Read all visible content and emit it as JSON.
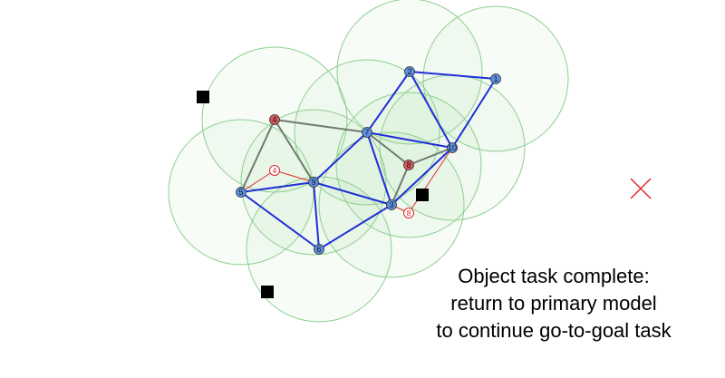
{
  "colors": {
    "range_fill": "#8fd88f",
    "range_stroke": "#8fce8f",
    "edge_blue": "#1f2fd6",
    "edge_gray": "#6f7a6f",
    "edge_red": "#e02a2a",
    "node_blue": "#5b8fe0",
    "node_red": "#d85858",
    "obstacle": "#000000",
    "goal_marker": "#e02a2a"
  },
  "nodes": [
    {
      "id": "1",
      "kind": "robot"
    },
    {
      "id": "2",
      "kind": "robot"
    },
    {
      "id": "3",
      "kind": "robot"
    },
    {
      "id": "4",
      "kind": "object"
    },
    {
      "id": "5",
      "kind": "robot"
    },
    {
      "id": "6",
      "kind": "robot"
    },
    {
      "id": "7",
      "kind": "robot"
    },
    {
      "id": "8",
      "kind": "object"
    },
    {
      "id": "9",
      "kind": "robot"
    },
    {
      "id": "10",
      "kind": "robot"
    }
  ],
  "edges": [
    {
      "from": "2",
      "to": "1",
      "kind": "blue"
    },
    {
      "from": "2",
      "to": "7",
      "kind": "blue"
    },
    {
      "from": "2",
      "to": "10",
      "kind": "blue"
    },
    {
      "from": "1",
      "to": "10",
      "kind": "blue"
    },
    {
      "from": "7",
      "to": "10",
      "kind": "blue"
    },
    {
      "from": "7",
      "to": "3",
      "kind": "blue"
    },
    {
      "from": "7",
      "to": "9",
      "kind": "blue"
    },
    {
      "from": "9",
      "to": "5",
      "kind": "blue"
    },
    {
      "from": "9",
      "to": "3",
      "kind": "blue"
    },
    {
      "from": "9",
      "to": "6",
      "kind": "blue"
    },
    {
      "from": "5",
      "to": "6",
      "kind": "blue"
    },
    {
      "from": "6",
      "to": "3",
      "kind": "blue"
    },
    {
      "from": "3",
      "to": "10",
      "kind": "blue"
    },
    {
      "from": "4",
      "to": "7",
      "kind": "gray"
    },
    {
      "from": "4",
      "to": "9",
      "kind": "gray"
    },
    {
      "from": "4",
      "to": "5",
      "kind": "gray"
    },
    {
      "from": "8",
      "to": "7",
      "kind": "gray"
    },
    {
      "from": "8",
      "to": "10",
      "kind": "gray"
    },
    {
      "from": "8",
      "to": "3",
      "kind": "gray"
    }
  ],
  "object_tags": [
    {
      "label": "4"
    },
    {
      "label": "8"
    }
  ],
  "obstacles": [
    {
      "id": "obstacle-1"
    },
    {
      "id": "obstacle-2"
    },
    {
      "id": "obstacle-3"
    }
  ],
  "status_message": {
    "lines": [
      "Object task complete:",
      "return to primary model",
      "to continue go-to-goal task"
    ]
  }
}
